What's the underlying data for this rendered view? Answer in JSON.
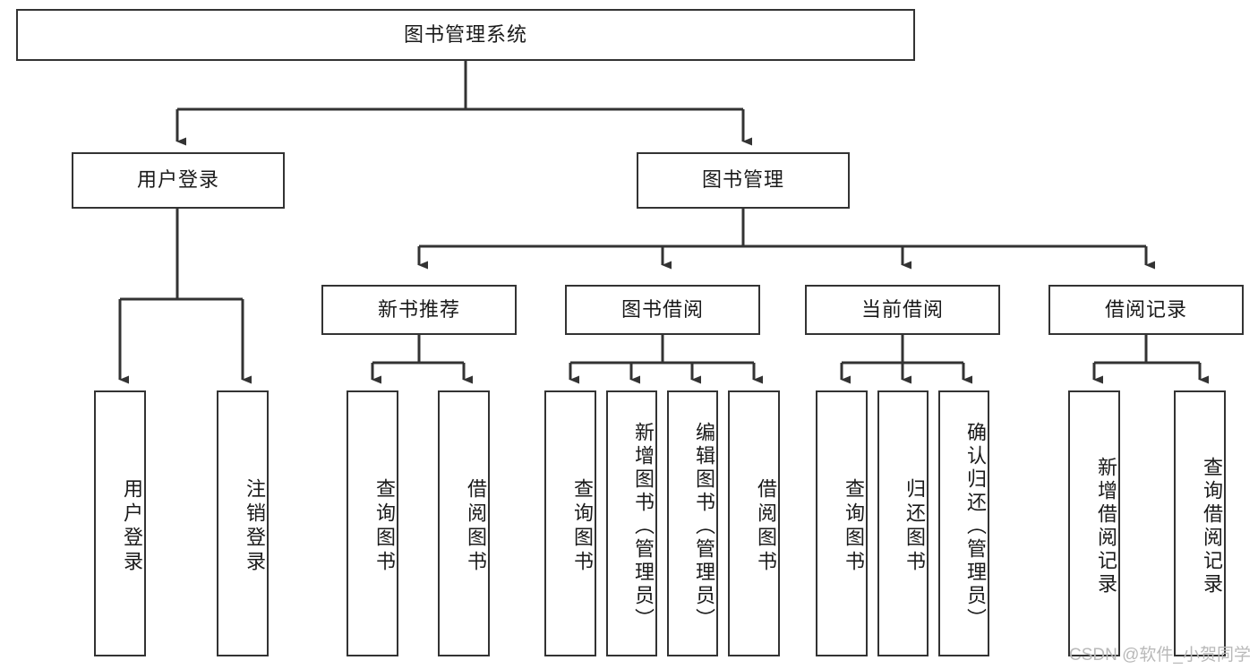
{
  "diagram": {
    "type": "tree-hierarchy",
    "title": "图书管理系统",
    "watermark": "CSDN @软件_小贺同学",
    "colors": {
      "node_border": "#333333",
      "node_fill": "#ffffff",
      "edge": "#333333",
      "text": "#1a1a1a",
      "watermark": "#b9b9b9",
      "background": "#ffffff"
    },
    "nodes": {
      "root": {
        "label": "图书管理系统"
      },
      "level2": [
        {
          "id": "user-login",
          "label": "用户登录"
        },
        {
          "id": "book-management",
          "label": "图书管理"
        }
      ],
      "level3": [
        {
          "id": "new-book-recommend",
          "label": "新书推荐"
        },
        {
          "id": "book-borrow",
          "label": "图书借阅"
        },
        {
          "id": "current-borrow",
          "label": "当前借阅"
        },
        {
          "id": "borrow-record",
          "label": "借阅记录"
        }
      ],
      "leaves": {
        "user_login": [
          {
            "id": "leaf-user-login",
            "label": "用户登录"
          },
          {
            "id": "leaf-logout-login",
            "label": "注销登录"
          }
        ],
        "new_book_recommend": [
          {
            "id": "leaf-query-book-1",
            "label": "查询图书"
          },
          {
            "id": "leaf-borrow-book-1",
            "label": "借阅图书"
          }
        ],
        "book_borrow": [
          {
            "id": "leaf-query-book-2",
            "label": "查询图书"
          },
          {
            "id": "leaf-add-book-admin",
            "label": "新增图书（管理员）"
          },
          {
            "id": "leaf-edit-book-admin",
            "label": "编辑图书（管理员）"
          },
          {
            "id": "leaf-borrow-book-2",
            "label": "借阅图书"
          }
        ],
        "current_borrow": [
          {
            "id": "leaf-query-book-3",
            "label": "查询图书"
          },
          {
            "id": "leaf-return-book",
            "label": "归还图书"
          },
          {
            "id": "leaf-confirm-return-admin",
            "label": "确认归还（管理员）"
          }
        ],
        "borrow_record": [
          {
            "id": "leaf-add-borrow-record",
            "label": "新增借阅记录"
          },
          {
            "id": "leaf-query-borrow-record",
            "label": "查询借阅记录"
          }
        ]
      }
    }
  }
}
